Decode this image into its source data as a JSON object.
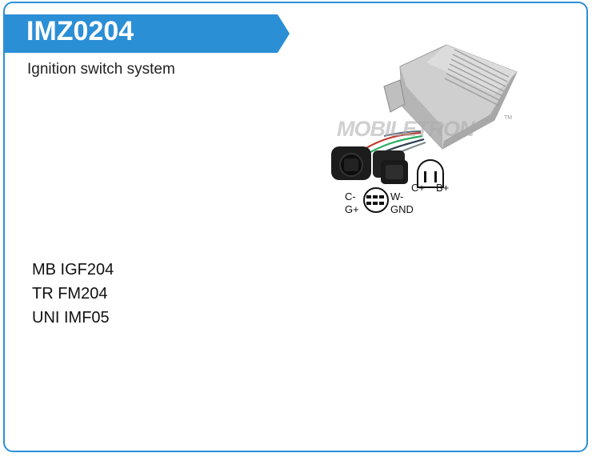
{
  "header": {
    "part_number": "IMZ0204",
    "description": "Ignition switch system",
    "banner_color": "#2b8fd6"
  },
  "product_image": {
    "watermark": "MOBILETRON",
    "trademark": "TM",
    "pins": {
      "c_minus": "C-",
      "g_plus": "G+",
      "w_minus": "W-",
      "gnd": "GND",
      "c_plus": "C+",
      "b_plus": "B+"
    }
  },
  "cross_references": [
    {
      "text": "MB IGF204"
    },
    {
      "text": "TR FM204"
    },
    {
      "text": "UNI IMF05"
    }
  ]
}
